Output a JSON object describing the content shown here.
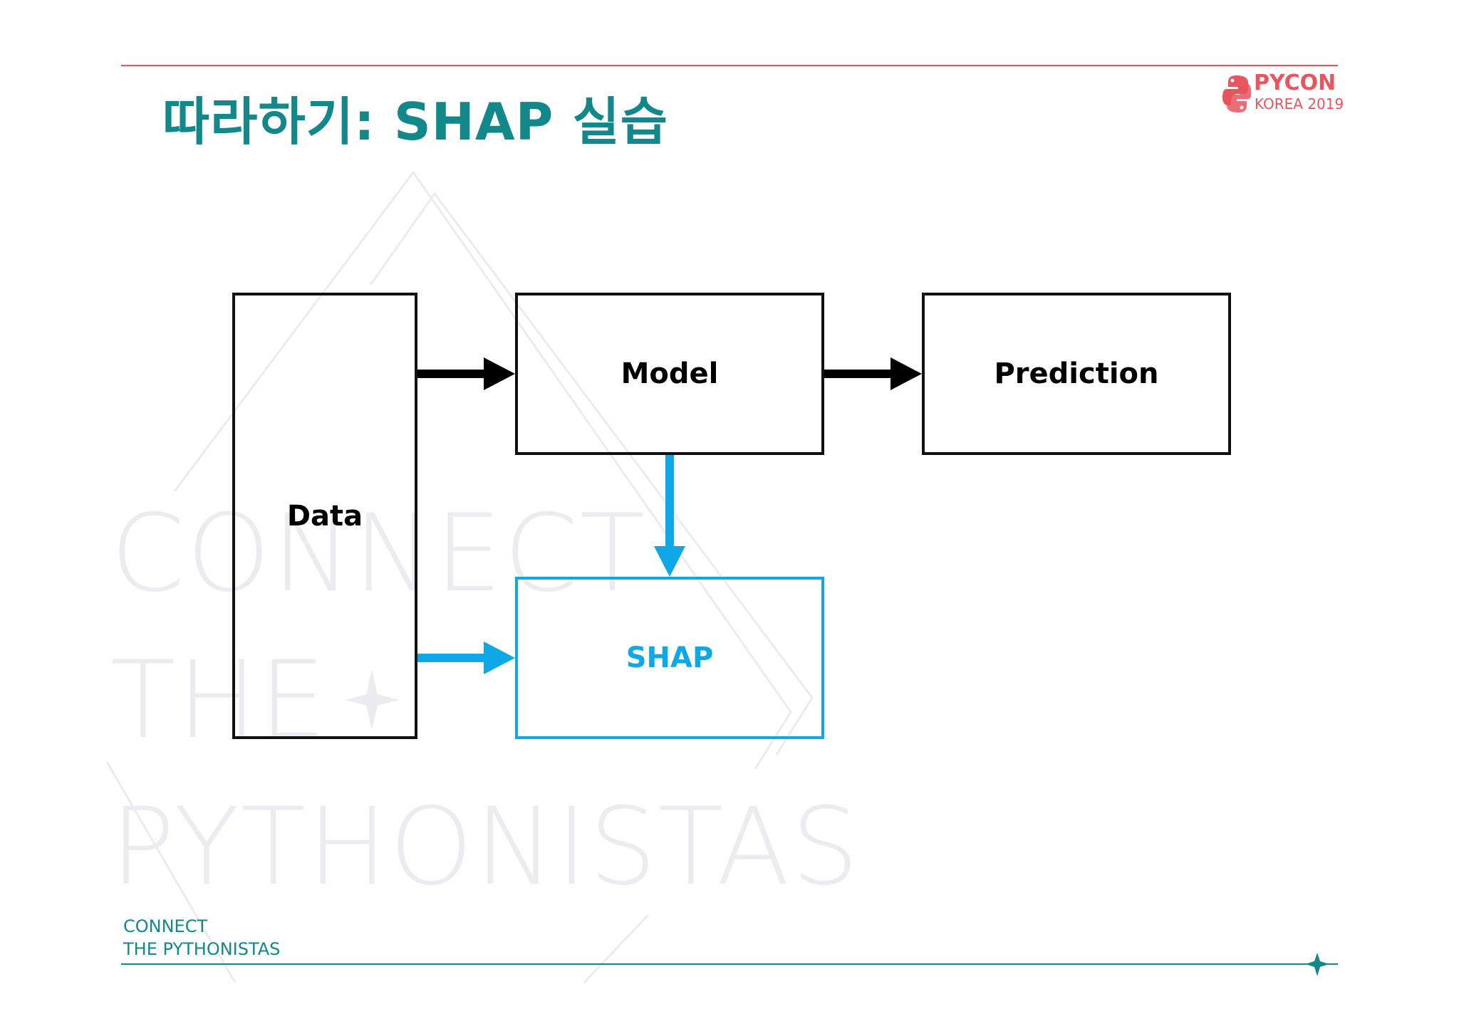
{
  "slide": {
    "title": "따라하기: SHAP 실습",
    "logo": {
      "title": "PYCON",
      "subtitle": "KOREA 2019"
    },
    "watermark": [
      "CONNECT",
      "THE",
      "PYTHONISTAS"
    ],
    "footer": {
      "line1": "CONNECT",
      "line2": "THE PYTHONISTAS"
    }
  },
  "diagram": {
    "nodes": {
      "data": "Data",
      "model": "Model",
      "prediction": "Prediction",
      "shap": "SHAP"
    },
    "edges": [
      {
        "from": "data",
        "to": "model",
        "color": "#000000"
      },
      {
        "from": "model",
        "to": "prediction",
        "color": "#000000"
      },
      {
        "from": "model",
        "to": "shap",
        "color": "#0ea8e6"
      },
      {
        "from": "data",
        "to": "shap",
        "color": "#0ea8e6"
      }
    ]
  },
  "colors": {
    "accent": "#13888a",
    "brand": "#e8555e",
    "shap": "#0ea8e6"
  }
}
